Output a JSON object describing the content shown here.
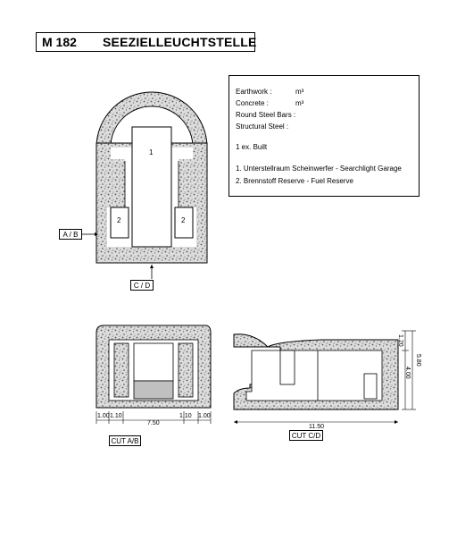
{
  "title": {
    "code": "M 182",
    "name": "SEEZIELLEUCHTSTELLE"
  },
  "info": {
    "earthwork_label": "Earthwork :",
    "earthwork_unit": "m³",
    "concrete_label": "Concrete :",
    "concrete_unit": "m³",
    "round_steel_label": "Round Steel Bars :",
    "structural_steel_label": "Structural Steel :",
    "built": "1 ex. Built",
    "room1": "1. Unterstellraum Scheinwerfer - Searchlight Garage",
    "room2": "2. Brennstoff Reserve - Fuel Reserve"
  },
  "plan": {
    "room_1": "1",
    "room_2_left": "2",
    "room_2_right": "2",
    "section_ab": "A / B",
    "section_cd": "C / D"
  },
  "cut_ab": {
    "label": "CUT A/B",
    "dims": [
      "1.00",
      "1.10",
      "7.50",
      "1.10",
      "1.00"
    ]
  },
  "cut_cd": {
    "label": "CUT C/D",
    "length": "11.50",
    "dim_top": "1.20",
    "dim_total": "5.80",
    "dim_mid": "4.00"
  },
  "colors": {
    "line": "#000000",
    "concrete_fill": "#d8d8d8",
    "floor_shade": "#c0c0c0"
  }
}
